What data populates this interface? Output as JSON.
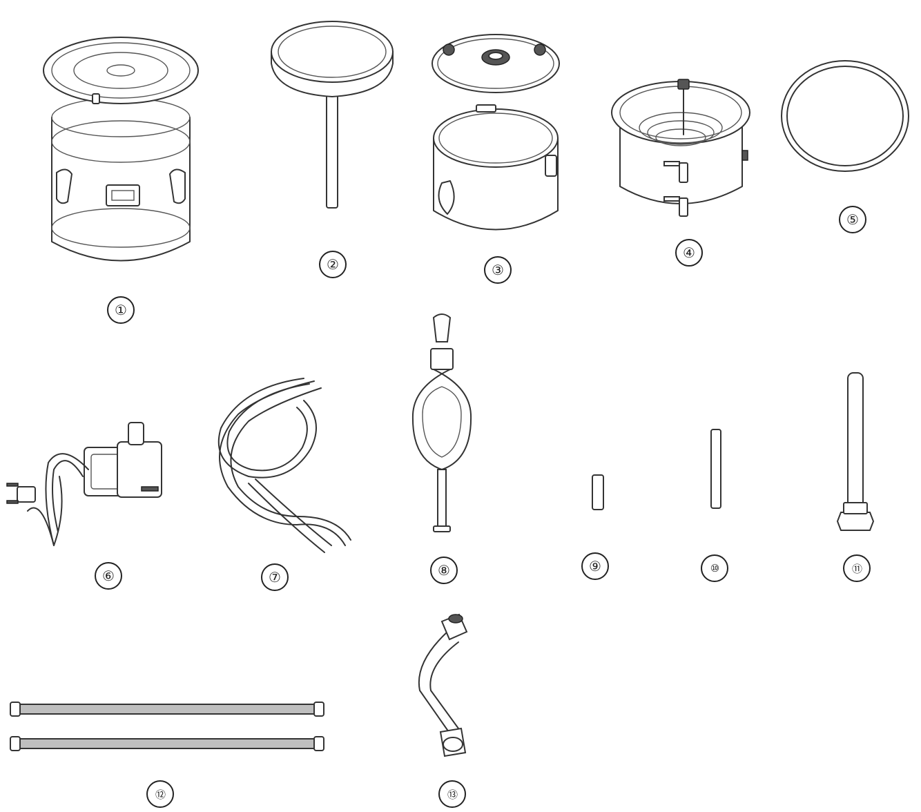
{
  "parts": [
    {
      "id": "part-1",
      "label": "①",
      "name": "fermenter-pot-with-lid"
    },
    {
      "id": "part-2",
      "label": "②",
      "name": "funnel-lid-with-tube"
    },
    {
      "id": "part-3",
      "label": "③",
      "name": "boiler-lid-and-clamp-pot"
    },
    {
      "id": "part-4",
      "label": "④",
      "name": "condenser-pot-with-coil"
    },
    {
      "id": "part-5",
      "label": "⑤",
      "name": "sealing-ring"
    },
    {
      "id": "part-6",
      "label": "⑥",
      "name": "water-pump"
    },
    {
      "id": "part-7",
      "label": "⑦",
      "name": "silicone-hoses"
    },
    {
      "id": "part-8",
      "label": "⑧",
      "name": "airlock"
    },
    {
      "id": "part-9",
      "label": "⑨",
      "name": "short-tube"
    },
    {
      "id": "part-10",
      "label": "⑩",
      "name": "medium-tube"
    },
    {
      "id": "part-11",
      "label": "⑪",
      "name": "thermometer-probe"
    },
    {
      "id": "part-12",
      "label": "⑫",
      "name": "connecting-pipes"
    },
    {
      "id": "part-13",
      "label": "⑬",
      "name": "elbow-pipe"
    }
  ]
}
